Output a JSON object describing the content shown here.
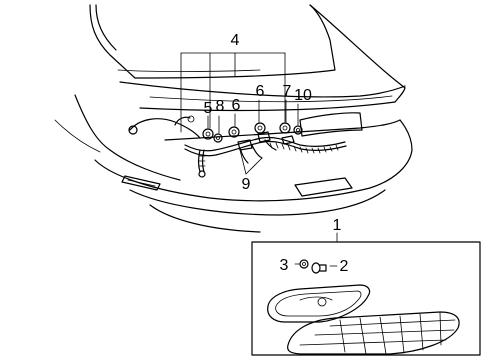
{
  "callouts": {
    "c1": "1",
    "c2": "2",
    "c3": "3",
    "c4": "4",
    "c5": "5",
    "c6a": "6",
    "c6b": "6",
    "c7": "7",
    "c8": "8",
    "c9": "9",
    "c10": "10"
  }
}
